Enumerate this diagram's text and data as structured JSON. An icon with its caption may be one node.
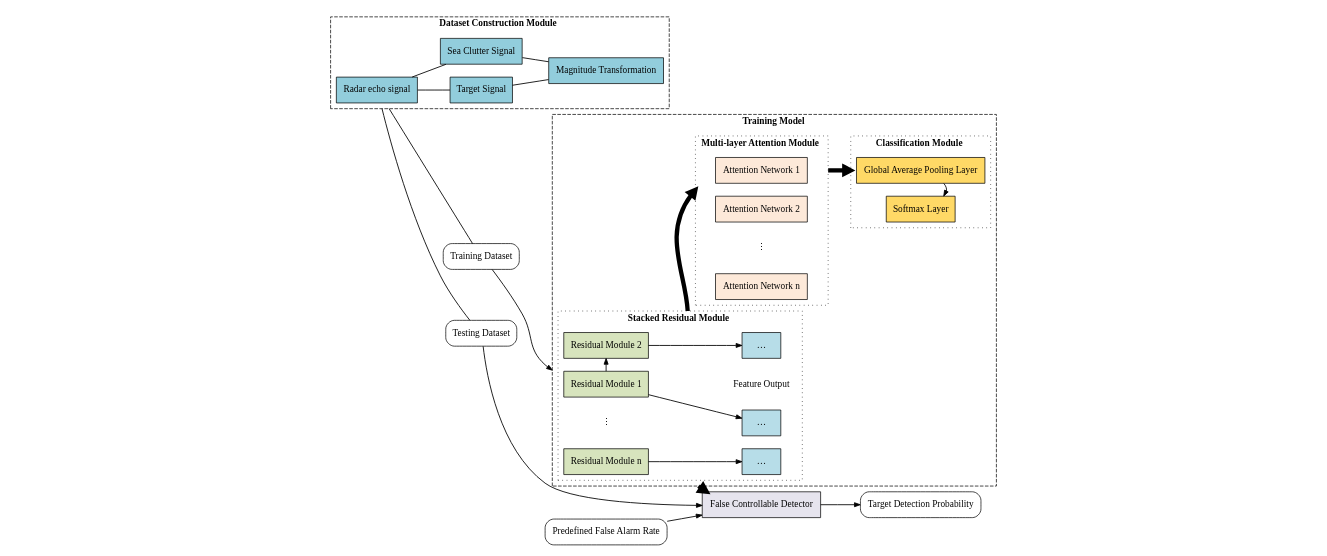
{
  "diagram": {
    "nodes": [
      {
        "text": [
          "Dataset Construction Module"
        ]
      },
      {
        "text": [
          "Radar echo signal"
        ],
        "in": 0
      },
      {
        "text": [
          "Target Signal"
        ],
        "in": 0
      },
      {
        "text": [
          "Sea Clutter Signal"
        ],
        "in": 0
      },
      {
        "text": [
          "Magnitude Transformation"
        ],
        "in": 0
      },
      {
        "text": [
          "Training Dataset"
        ]
      },
      {
        "text": [
          "Testing Dataset"
        ]
      },
      {
        "text": [
          "Training Model"
        ]
      },
      {
        "text": [
          "Stacked Residual Module"
        ],
        "in": 7
      },
      {
        "text": [
          "Residual Module 1"
        ],
        "in": 8
      },
      {
        "text": [
          "Residual Module 2"
        ],
        "in": 8
      },
      {
        "text": [
          "Residual Module n"
        ],
        "in": 8
      },
      {
        "text": [
          "…"
        ],
        "in": 8
      },
      {
        "text": [
          "…"
        ],
        "in": 8
      },
      {
        "text": [
          "…"
        ],
        "in": 8
      },
      {
        "text": [
          "Multi-layer Attention Module"
        ],
        "in": 7
      },
      {
        "text": [
          "Attention Network 1"
        ],
        "in": 15
      },
      {
        "text": [
          "Attention Network 2"
        ],
        "in": 15
      },
      {
        "text": [
          "Attention Network n"
        ],
        "in": 15
      },
      {
        "text": [
          "Classification Module"
        ],
        "in": 7
      },
      {
        "text": [
          "Global Average Pooling Layer"
        ],
        "in": 19
      },
      {
        "text": [
          "Softmax Layer"
        ],
        "in": 19
      },
      {
        "text": [
          "Predefined False Alarm Rate"
        ]
      },
      {
        "text": [
          "False Controllable Detector"
        ]
      },
      {
        "text": [
          "Target Detection Probability"
        ]
      }
    ],
    "edges": [
      {
        "from": 1,
        "to": 2,
        "arrow": "none"
      },
      {
        "from": 1,
        "to": 3,
        "arrow": "none"
      },
      {
        "from": 2,
        "to": 4,
        "arrow": "none"
      },
      {
        "from": 3,
        "to": 4,
        "arrow": "none"
      },
      {
        "from": 0,
        "to": 5,
        "arrow": "none"
      },
      {
        "from": 0,
        "to": 6,
        "arrow": "none"
      },
      {
        "from": 5,
        "to": 7,
        "arrow": "to"
      },
      {
        "from": 9,
        "to": 10,
        "arrow": "to"
      },
      {
        "from": 9,
        "to": 12,
        "arrow": "to"
      },
      {
        "from": 10,
        "to": 13,
        "arrow": "to"
      },
      {
        "from": 11,
        "to": 14,
        "arrow": "to"
      },
      {
        "from": 8,
        "to": 15,
        "arrow": "to",
        "style": "thick"
      },
      {
        "from": 15,
        "to": 19,
        "arrow": "to",
        "style": "thick"
      },
      {
        "from": 20,
        "to": 21,
        "arrow": "to"
      },
      {
        "from": 7,
        "to": 23,
        "arrow": "to",
        "style": "thick"
      },
      {
        "from": 22,
        "to": 23,
        "arrow": "to"
      },
      {
        "from": 6,
        "to": 23,
        "arrow": "to"
      },
      {
        "from": 23,
        "to": 24,
        "arrow": "to"
      }
    ],
    "labels": [
      "Feature Output",
      "⋮",
      "⋮"
    ]
  }
}
